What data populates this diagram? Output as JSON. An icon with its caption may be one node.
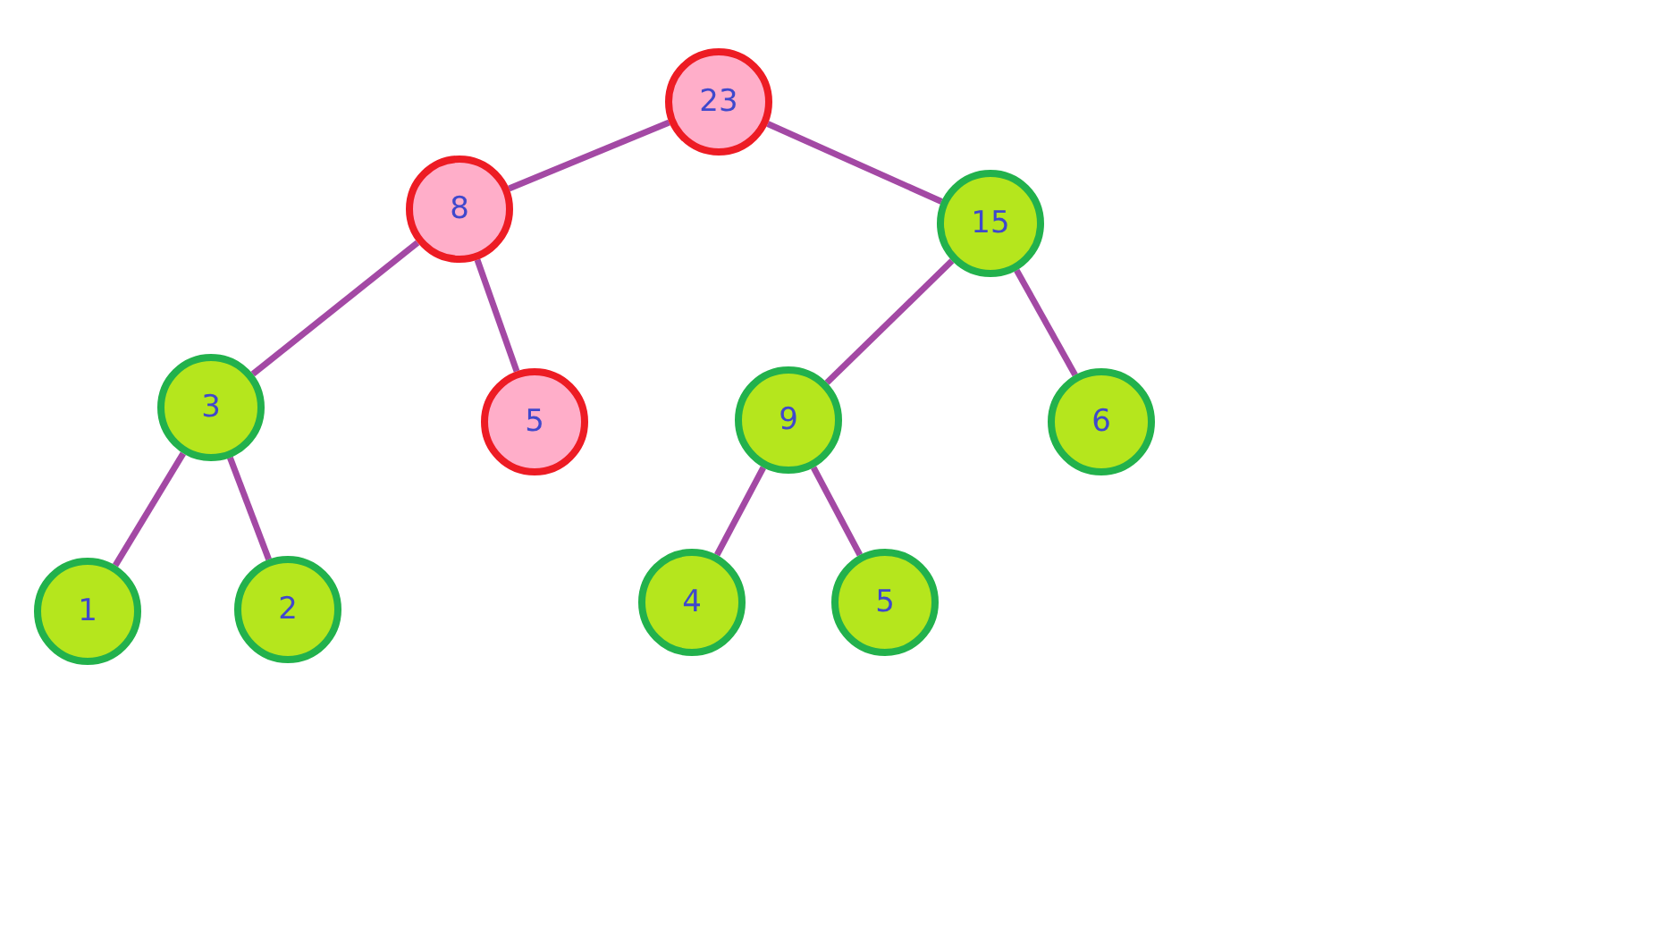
{
  "diagram": {
    "nodes": [
      {
        "text": [
          "23"
        ]
      },
      {
        "text": [
          "8"
        ]
      },
      {
        "text": [
          "15"
        ]
      },
      {
        "text": [
          "3"
        ]
      },
      {
        "text": [
          "5"
        ]
      },
      {
        "text": [
          "9"
        ]
      },
      {
        "text": [
          "6"
        ]
      },
      {
        "text": [
          "1"
        ]
      },
      {
        "text": [
          "2"
        ]
      },
      {
        "text": [
          "4"
        ]
      },
      {
        "text": [
          "5"
        ]
      }
    ],
    "edges": [
      {
        "from": 0,
        "to": 1,
        "arrow": "none"
      },
      {
        "from": 0,
        "to": 2,
        "arrow": "none"
      },
      {
        "from": 1,
        "to": 3,
        "arrow": "none"
      },
      {
        "from": 1,
        "to": 4,
        "arrow": "none"
      },
      {
        "from": 2,
        "to": 5,
        "arrow": "none"
      },
      {
        "from": 2,
        "to": 6,
        "arrow": "none"
      },
      {
        "from": 3,
        "to": 7,
        "arrow": "none"
      },
      {
        "from": 3,
        "to": 8,
        "arrow": "none"
      },
      {
        "from": 5,
        "to": 9,
        "arrow": "none"
      },
      {
        "from": 5,
        "to": 10,
        "arrow": "none"
      }
    ]
  }
}
